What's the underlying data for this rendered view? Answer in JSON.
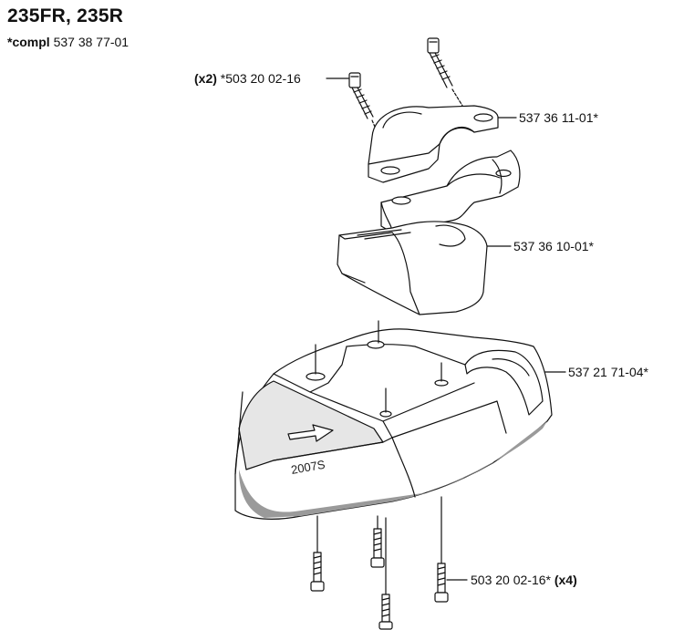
{
  "header": {
    "title": "235FR, 235R",
    "compl_prefix": "*compl",
    "compl_number": "537 38 77-01"
  },
  "parts": [
    {
      "qty": "(x2)",
      "number": "*503 20 02-16"
    },
    {
      "number": "537 36 11-01*"
    },
    {
      "number": "537 36 10-01*"
    },
    {
      "number": "537 21 71-04*"
    },
    {
      "number": "503 20 02-16*",
      "qty": "(x4)"
    }
  ],
  "guard_text": "2007S",
  "colors": {
    "line": "#111111",
    "face": "#ffffff",
    "shade": "#e4e4e4",
    "dark": "#9a9a9a"
  }
}
